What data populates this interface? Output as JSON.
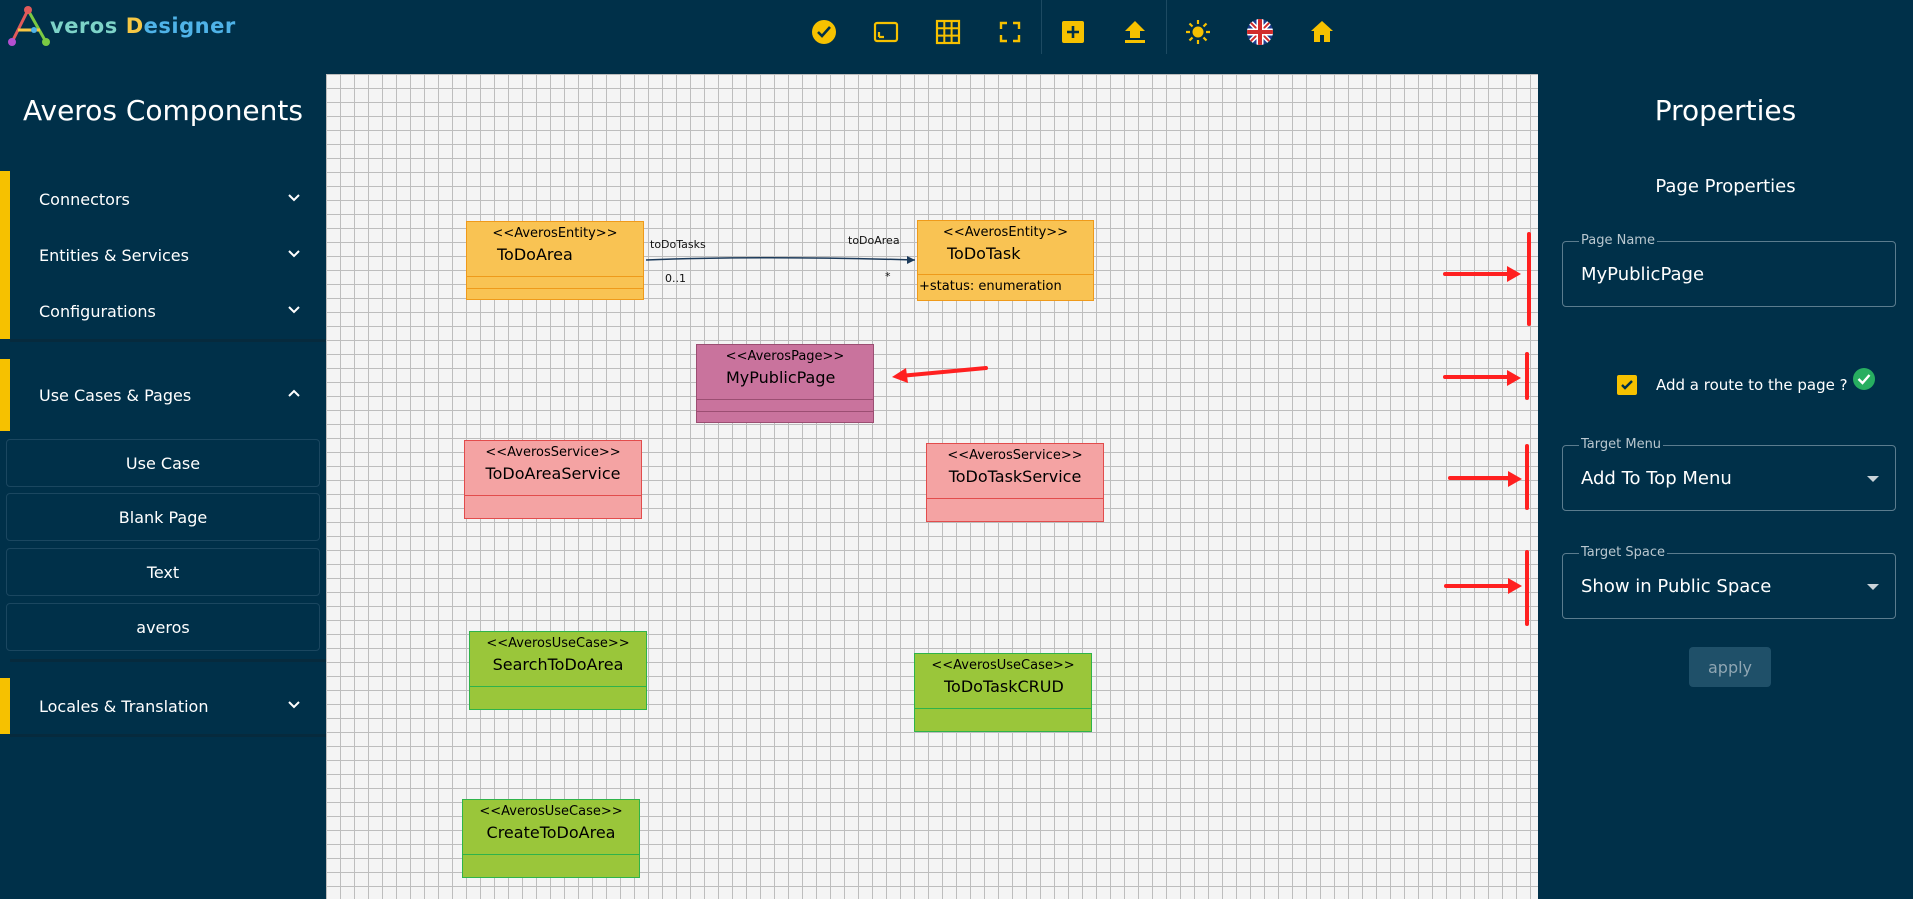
{
  "app": {
    "logo_word1": "veros",
    "logo_word2_first": "D",
    "logo_word2_rest": "esigner"
  },
  "toolbar": {
    "icons": [
      "validate-icon",
      "fit-view-icon",
      "grid-icon",
      "fullscreen-icon",
      "add-icon",
      "upload-icon",
      "theme-icon",
      "language-uk-flag-icon",
      "home-icon"
    ],
    "accent": "#f6c100"
  },
  "sidebar": {
    "title": "Averos Components",
    "sections": {
      "connectors": "Connectors",
      "entities": "Entities & Services",
      "configurations": "Configurations",
      "usecases": "Use Cases & Pages",
      "locales": "Locales & Translation"
    },
    "usecase_items": [
      "Use Case",
      "Blank Page",
      "Text",
      "averos"
    ]
  },
  "diagram": {
    "nodes": [
      {
        "stereotype": "<<AverosEntity>>",
        "name": "ToDoArea",
        "attr": ""
      },
      {
        "stereotype": "<<AverosEntity>>",
        "name": "ToDoTask",
        "attr": "+status: enumeration"
      },
      {
        "stereotype": "<<AverosPage>>",
        "name": "MyPublicPage",
        "attr": ""
      },
      {
        "stereotype": "<<AverosService>>",
        "name": "ToDoAreaService",
        "attr": ""
      },
      {
        "stereotype": "<<AverosService>>",
        "name": "ToDoTaskService",
        "attr": ""
      },
      {
        "stereotype": "<<AverosUseCase>>",
        "name": "SearchToDoArea",
        "attr": ""
      },
      {
        "stereotype": "<<AverosUseCase>>",
        "name": "ToDoTaskCRUD",
        "attr": ""
      },
      {
        "stereotype": "<<AverosUseCase>>",
        "name": "CreateToDoArea",
        "attr": ""
      }
    ],
    "edge": {
      "source_role": "toDoTasks",
      "target_role": "toDoArea",
      "source_mult": "0..1",
      "target_mult": "*"
    }
  },
  "properties": {
    "title": "Properties",
    "subtitle": "Page Properties",
    "page_name_label": "Page Name",
    "page_name_value": "MyPublicPage",
    "route_label": "Add a route to the page ?",
    "route_checked": true,
    "target_menu_label": "Target Menu",
    "target_menu_value": "Add To Top Menu",
    "target_space_label": "Target Space",
    "target_space_value": "Show in Public Space",
    "apply_label": "apply"
  }
}
